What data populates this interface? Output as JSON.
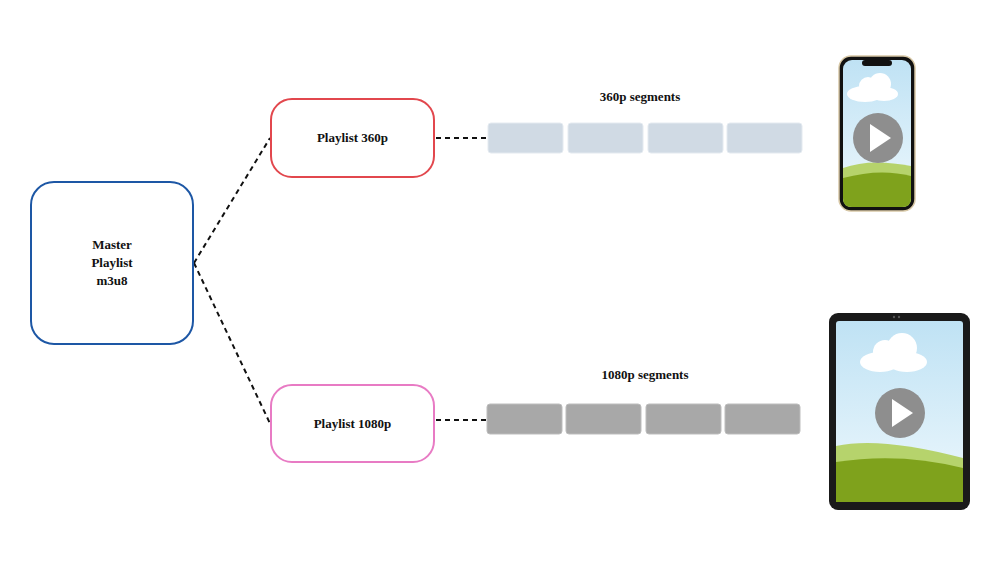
{
  "diagram": {
    "nodes": [
      {
        "text": [
          "Master Playlist m3u8"
        ]
      },
      {
        "text": [
          "Playlist 360p"
        ]
      },
      {
        "text": [
          "Playlist 1080p"
        ]
      }
    ],
    "edges": [
      {
        "from": 0,
        "to": 1,
        "arrow": "none"
      },
      {
        "from": 0,
        "to": 2,
        "arrow": "none"
      }
    ],
    "labels": [
      "360p segments",
      "1080p segments"
    ]
  }
}
